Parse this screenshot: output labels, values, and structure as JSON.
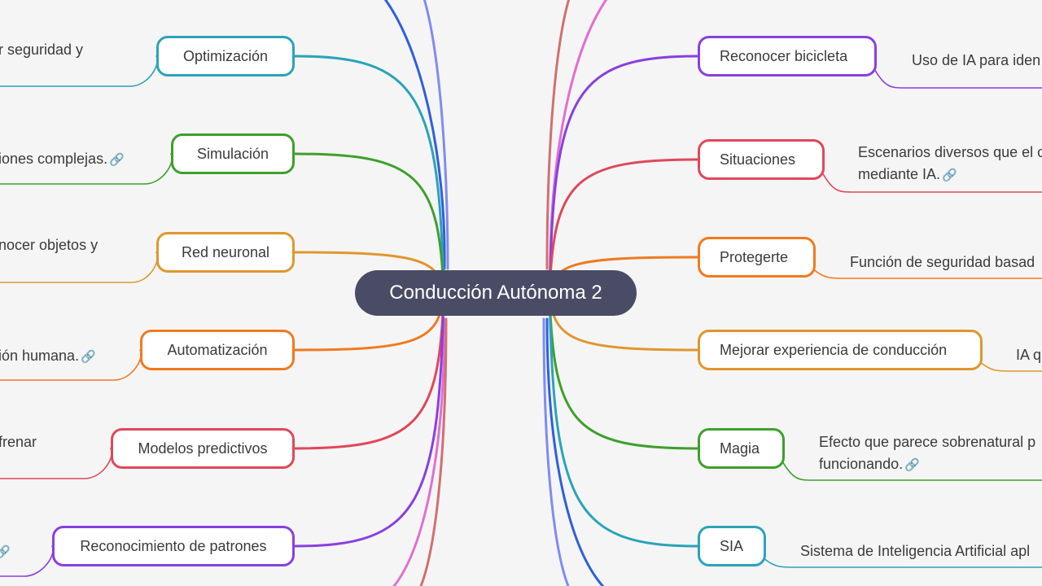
{
  "central_topic": "Conducción Autónoma 2",
  "left_branches": [
    {
      "label": "Optimización",
      "color": "#2aa3b8",
      "note": "r seguridad y",
      "note_link": false
    },
    {
      "label": "Simulación",
      "color": "#3e9f2c",
      "note": "iones complejas.",
      "note_link": true
    },
    {
      "label": "Red neuronal",
      "color": "#e0962e",
      "note": "nocer objetos y",
      "note_link": false
    },
    {
      "label": "Automatización",
      "color": "#f07a1e",
      "note": "ión humana.",
      "note_link": true
    },
    {
      "label": "Modelos predictivos",
      "color": "#e0485a",
      "note": "frenar",
      "note_link": false
    },
    {
      "label": "Reconocimiento de patrones",
      "color": "#8a3fe0",
      "note": "",
      "note_link": true
    }
  ],
  "right_branches": [
    {
      "label": "Reconocer bicicleta",
      "color": "#8a3fe0",
      "note_lines": [
        "Uso de IA para iden"
      ],
      "note_link": false
    },
    {
      "label": "Situaciones",
      "color": "#e0485a",
      "note_lines": [
        "Escenarios diversos que el c",
        "mediante IA."
      ],
      "note_link": true
    },
    {
      "label": "Protegerte",
      "color": "#f07a1e",
      "note_lines": [
        "Función de seguridad basad"
      ],
      "note_link": false
    },
    {
      "label": "Mejorar experiencia de conducción",
      "color": "#e0962e",
      "note_lines": [
        "IA q"
      ],
      "note_link": false
    },
    {
      "label": "Magia",
      "color": "#3e9f2c",
      "note_lines": [
        "Efecto que parece sobrenatural p",
        "funcionando."
      ],
      "note_link": true
    },
    {
      "label": "SIA",
      "color": "#2aa3b8",
      "note_lines": [
        "Sistema de Inteligencia Artificial apl"
      ],
      "note_link": false
    }
  ],
  "link_icon": "🔗",
  "offscreen_branch_colors": {
    "left": [
      "#2f5fe0",
      "#7f8cf0",
      "#e070d0",
      "#d07070"
    ],
    "right": [
      "#d07070",
      "#e070d0",
      "#7f8cf0",
      "#2f5fe0"
    ]
  }
}
